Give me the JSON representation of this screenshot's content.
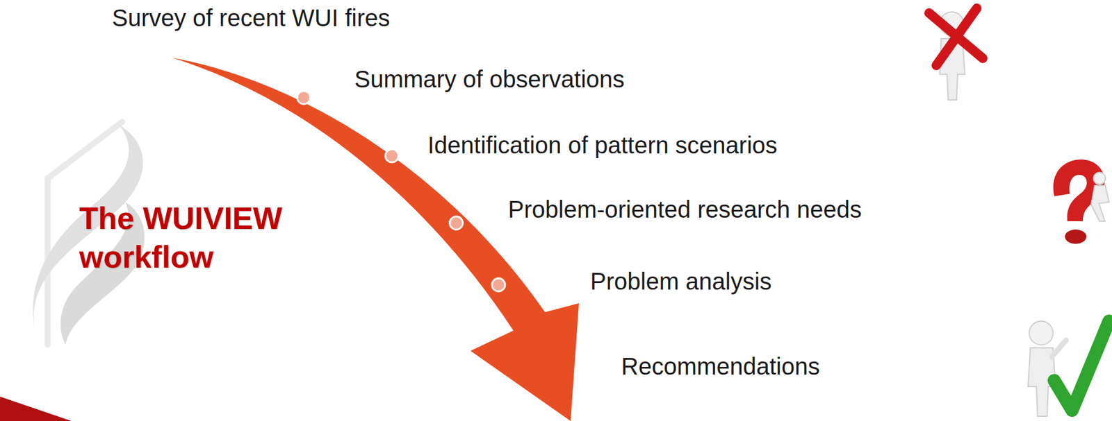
{
  "diagram": {
    "title": "The WUIVIEW workflow",
    "labels": [
      "Survey of recent WUI fires",
      "Summary of observations",
      "Identification of pattern scenarios",
      "Problem-oriented research needs",
      "Problem analysis",
      "Recommendations"
    ]
  }
}
